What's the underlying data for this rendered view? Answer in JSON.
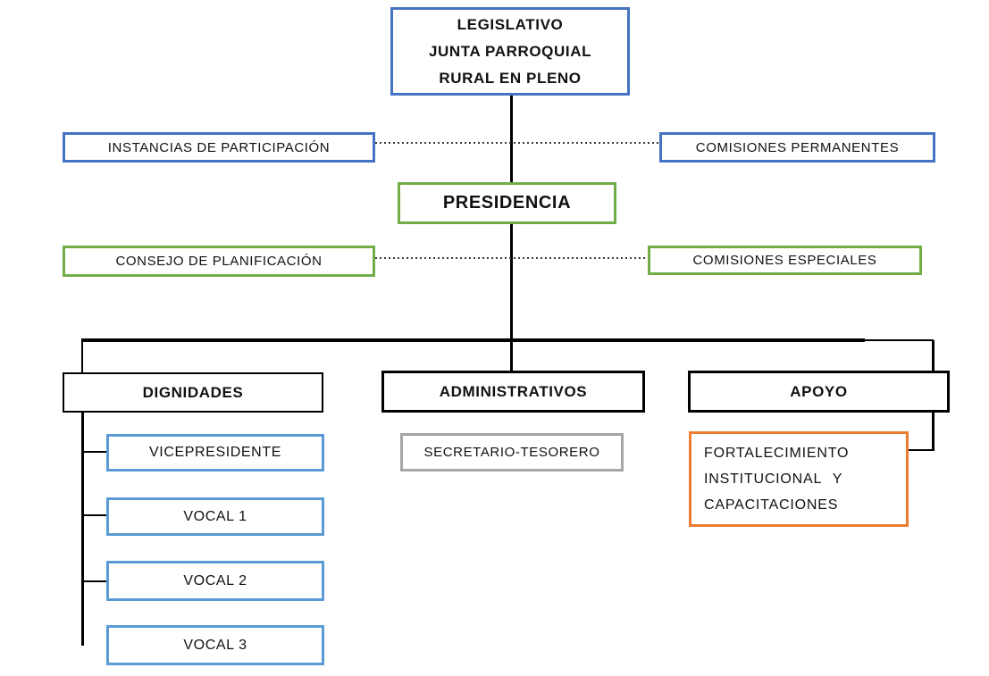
{
  "colors": {
    "blue": "#4472C4",
    "green": "#70AD47",
    "light_blue": "#5B9BD5",
    "gray": "#A6A6A6",
    "orange": "#ED7D31",
    "line_black": "#000000",
    "dotted": "#3a3a3a"
  },
  "nodes": {
    "legislativo": {
      "lines": [
        "LEGISLATIVO",
        "JUNTA PARROQUIAL",
        "RURAL EN PLENO"
      ]
    },
    "instancias": {
      "label": "INSTANCIAS DE PARTICIPACIÓN"
    },
    "comisiones_permanentes": {
      "label": "COMISIONES PERMANENTES"
    },
    "presidencia": {
      "label": "PRESIDENCIA"
    },
    "consejo": {
      "label": "CONSEJO DE PLANIFICACIÓN"
    },
    "comisiones_especiales": {
      "label": "COMISIONES ESPECIALES"
    },
    "dignidades": {
      "label": "DIGNIDADES"
    },
    "administrativos": {
      "label": "ADMINISTRATIVOS"
    },
    "apoyo": {
      "label": "APOYO"
    },
    "vicepresidente": {
      "label": "VICEPRESIDENTE"
    },
    "vocal1": {
      "label": "VOCAL 1"
    },
    "vocal2": {
      "label": "VOCAL 2"
    },
    "vocal3": {
      "label": "VOCAL 3"
    },
    "secretario_tesorero": {
      "label": "SECRETARIO-TESORERO"
    },
    "fortalecimiento": {
      "lines": [
        "FORTALECIMIENTO",
        "INSTITUCIONAL Y",
        "CAPACITACIONES"
      ]
    }
  },
  "hierarchy": {
    "root": "LEGISLATIVO JUNTA PARROQUIAL RURAL EN PLENO",
    "root_children": [
      "PRESIDENCIA"
    ],
    "root_linked": [
      "INSTANCIAS DE PARTICIPACIÓN",
      "COMISIONES PERMANENTES"
    ],
    "presidencia_linked": [
      "CONSEJO DE PLANIFICACIÓN",
      "COMISIONES ESPECIALES"
    ],
    "presidencia_children": [
      "DIGNIDADES",
      "ADMINISTRATIVOS",
      "APOYO"
    ],
    "dignidades_children": [
      "VICEPRESIDENTE",
      "VOCAL 1",
      "VOCAL 2",
      "VOCAL 3"
    ],
    "administrativos_children": [
      "SECRETARIO-TESORERO"
    ],
    "apoyo_children": [
      "FORTALECIMIENTO INSTITUCIONAL Y CAPACITACIONES"
    ]
  }
}
